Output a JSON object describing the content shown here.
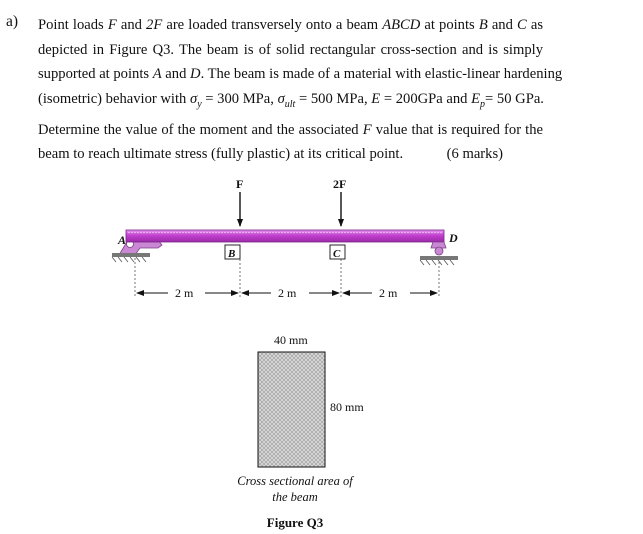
{
  "question": {
    "label": "a)",
    "lines": [
      [
        "Point loads ",
        {
          "i": "F"
        },
        " and ",
        {
          "i": "2F"
        },
        " are loaded transversely onto a beam ",
        {
          "i": "ABCD"
        },
        " at points ",
        {
          "i": "B"
        },
        " and ",
        {
          "i": "C"
        },
        " as"
      ],
      [
        "depicted in Figure Q3. The beam is of solid rectangular cross-section and is simply"
      ],
      [
        "supported at points ",
        {
          "i": "A"
        },
        " and ",
        {
          "i": "D"
        },
        ". The beam is made of a material with elastic-linear hardening"
      ],
      [
        "(isometric) behavior with ",
        {
          "i": "σ"
        },
        {
          "sub": "y"
        },
        " = 300 MPa, ",
        {
          "i": "σ"
        },
        {
          "sub": "ult"
        },
        " = 500 MPa, ",
        {
          "i": "E"
        },
        " = 200GPa and ",
        {
          "i": "E"
        },
        {
          "sub": "p"
        },
        "= 50 GPa."
      ],
      [
        "Determine the value of the moment and the associated ",
        {
          "i": "F"
        },
        " value that is required for the"
      ],
      [
        "beam to reach ultimate stress (fully plastic) at its critical point."
      ]
    ],
    "marks": "(6 marks)"
  },
  "figure": {
    "load_labels": {
      "F": "F",
      "2F": "2F"
    },
    "point_labels": {
      "A": "A",
      "B": "B",
      "C": "C",
      "D": "D"
    },
    "span_labels": [
      "2 m",
      "2 m",
      "2 m"
    ],
    "section": {
      "width_label": "40 mm",
      "height_label": "80 mm"
    },
    "caption_lines": [
      "Cross sectional area of",
      "the beam"
    ],
    "title": "Figure Q3"
  },
  "colors": {
    "beam": "#c23fcf",
    "beam_highlight": "#e59af0",
    "support": "#c987d4",
    "section_fill": "#cfcfcf",
    "ink": "#111111"
  }
}
